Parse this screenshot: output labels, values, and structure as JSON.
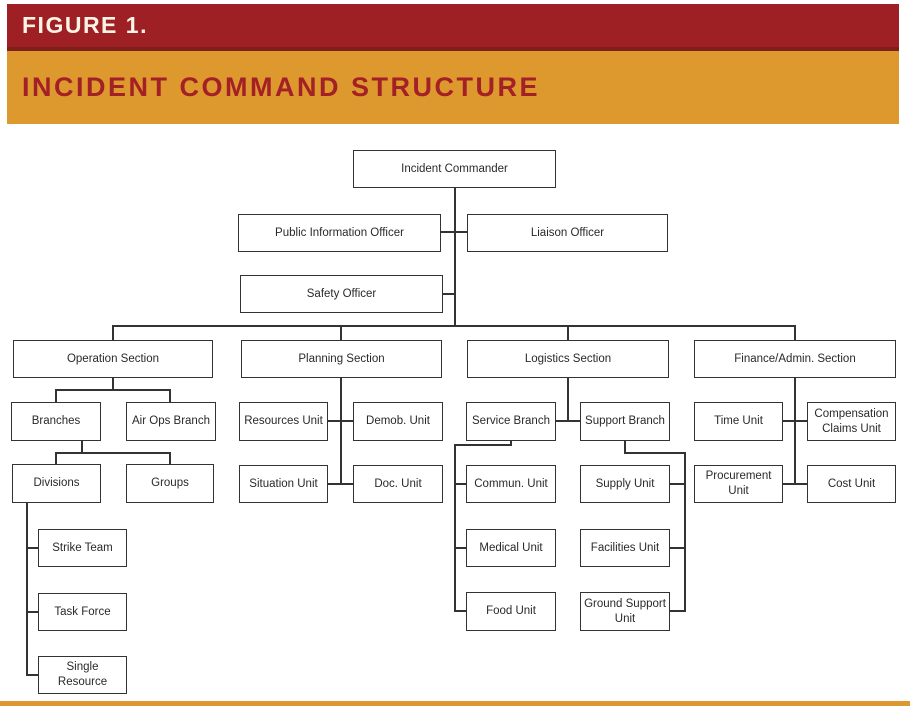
{
  "figure": {
    "label": "FIGURE 1.",
    "title": "INCIDENT COMMAND STRUCTURE"
  },
  "colors": {
    "red": "#9E2024",
    "red_dark_edge": "#7E2017",
    "gold": "#DD982E",
    "title_text": "#A32026",
    "figure_text": "#FAF3E6",
    "box_border": "#333333",
    "box_text": "#2B2829",
    "line": "#333333"
  },
  "org": {
    "nodes": {
      "incident_commander": "Incident Commander",
      "public_information_officer": "Public Information Officer",
      "liaison_officer": "Liaison Officer",
      "safety_officer": "Safety Officer",
      "operation_section": "Operation Section",
      "planning_section": "Planning Section",
      "logistics_section": "Logistics Section",
      "finance_admin_section": "Finance/Admin. Section",
      "branches": "Branches",
      "air_ops_branch": "Air Ops Branch",
      "divisions": "Divisions",
      "groups": "Groups",
      "strike_team": "Strike Team",
      "task_force": "Task Force",
      "single_resource": "Single Resource",
      "resources_unit": "Resources Unit",
      "demob_unit": "Demob. Unit",
      "situation_unit": "Situation Unit",
      "doc_unit": "Doc. Unit",
      "service_branch": "Service Branch",
      "support_branch": "Support Branch",
      "commun_unit": "Commun. Unit",
      "supply_unit": "Supply Unit",
      "medical_unit": "Medical Unit",
      "facilities_unit": "Facilities Unit",
      "food_unit": "Food Unit",
      "ground_support_unit": "Ground Support Unit",
      "time_unit": "Time Unit",
      "compensation_claims_unit": "Compensation Claims Unit",
      "procurement_unit": "Procurement Unit",
      "cost_unit": "Cost Unit"
    },
    "edges": [
      [
        "incident_commander",
        "public_information_officer"
      ],
      [
        "incident_commander",
        "liaison_officer"
      ],
      [
        "incident_commander",
        "safety_officer"
      ],
      [
        "incident_commander",
        "operation_section"
      ],
      [
        "incident_commander",
        "planning_section"
      ],
      [
        "incident_commander",
        "logistics_section"
      ],
      [
        "incident_commander",
        "finance_admin_section"
      ],
      [
        "operation_section",
        "branches"
      ],
      [
        "operation_section",
        "air_ops_branch"
      ],
      [
        "branches",
        "divisions"
      ],
      [
        "branches",
        "groups"
      ],
      [
        "divisions",
        "strike_team"
      ],
      [
        "divisions",
        "task_force"
      ],
      [
        "divisions",
        "single_resource"
      ],
      [
        "planning_section",
        "resources_unit"
      ],
      [
        "planning_section",
        "demob_unit"
      ],
      [
        "planning_section",
        "situation_unit"
      ],
      [
        "planning_section",
        "doc_unit"
      ],
      [
        "logistics_section",
        "service_branch"
      ],
      [
        "logistics_section",
        "support_branch"
      ],
      [
        "service_branch",
        "commun_unit"
      ],
      [
        "service_branch",
        "medical_unit"
      ],
      [
        "service_branch",
        "food_unit"
      ],
      [
        "support_branch",
        "supply_unit"
      ],
      [
        "support_branch",
        "facilities_unit"
      ],
      [
        "support_branch",
        "ground_support_unit"
      ],
      [
        "finance_admin_section",
        "time_unit"
      ],
      [
        "finance_admin_section",
        "compensation_claims_unit"
      ],
      [
        "finance_admin_section",
        "procurement_unit"
      ],
      [
        "finance_admin_section",
        "cost_unit"
      ]
    ]
  }
}
